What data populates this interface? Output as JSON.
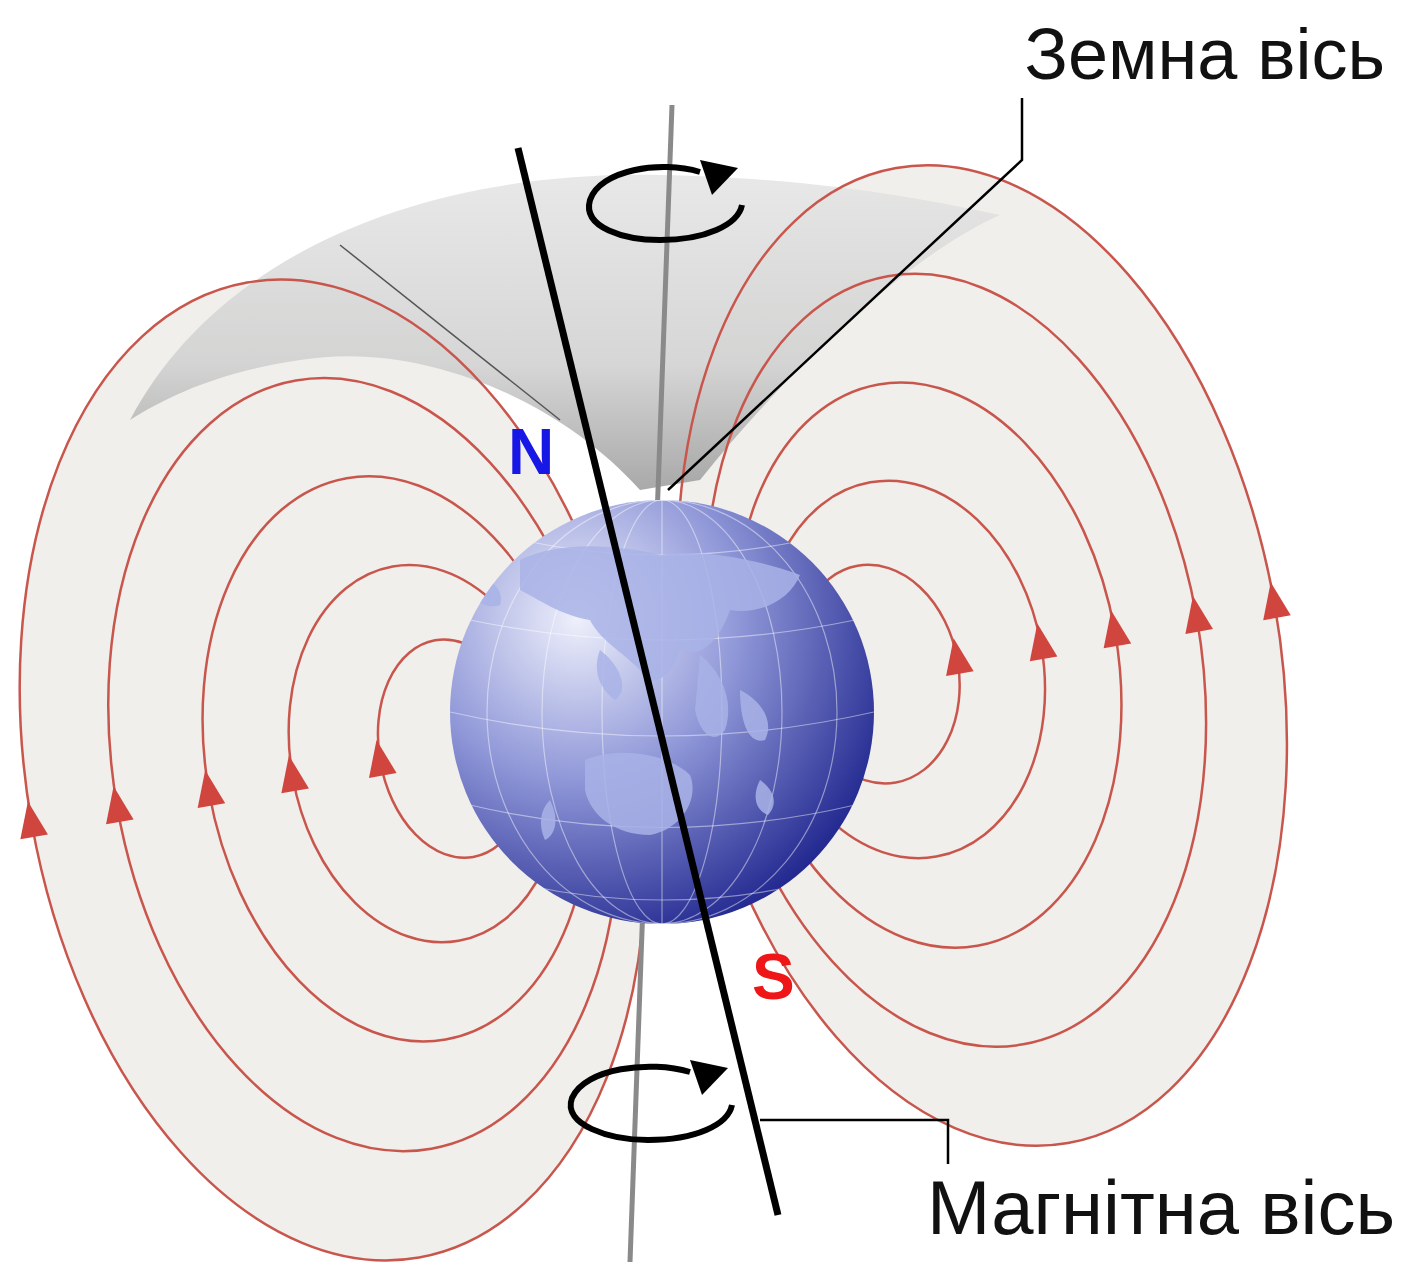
{
  "diagram": {
    "labels": [
      "Земна вісь",
      "N",
      "S",
      "Магнітна вісь"
    ]
  }
}
